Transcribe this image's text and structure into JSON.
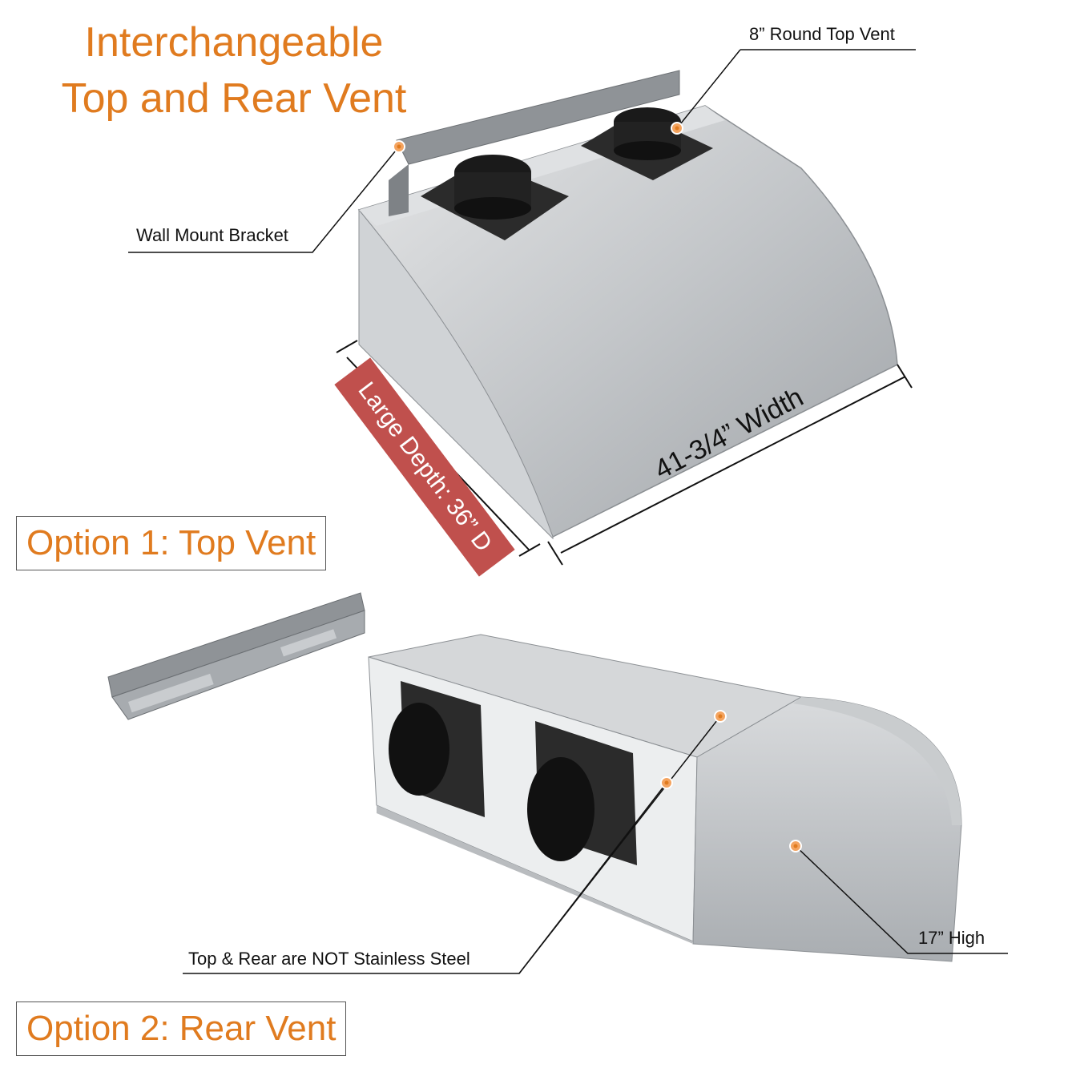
{
  "title": {
    "line1": "Interchangeable",
    "line2": "Top and Rear Vent"
  },
  "labels": {
    "round_top_vent": "8” Round Top Vent",
    "wall_mount_bracket": "Wall Mount Bracket",
    "depth": "Large Depth: 36” D",
    "width": "41-3/4” Width",
    "not_stainless": "Top & Rear are NOT Stainless Steel",
    "high": "17” High"
  },
  "options": {
    "option1": "Option 1: Top Vent",
    "option2": "Option 2: Rear Vent"
  },
  "colors": {
    "accent": "#e07b1f",
    "depth_badge": "#c0504d",
    "steel": "#b9bcbf"
  }
}
